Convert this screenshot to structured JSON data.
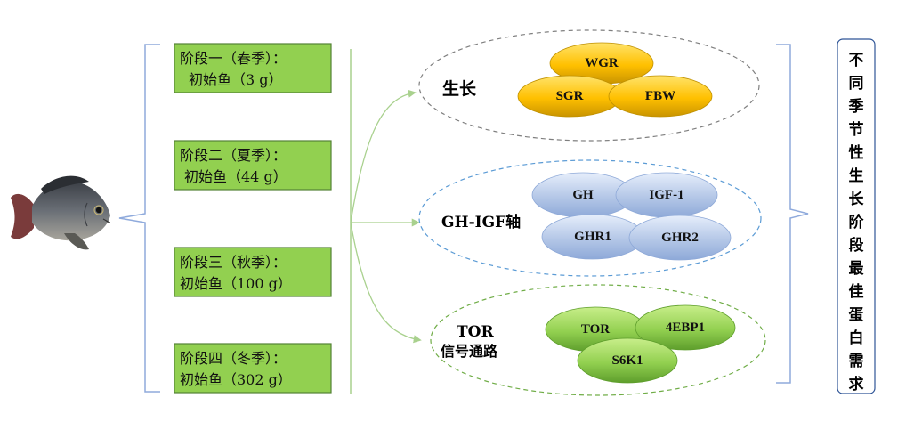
{
  "stages": [
    {
      "line1": "阶段一（春季）：",
      "line2": "初始鱼（3 g）"
    },
    {
      "line1": "阶段二（夏季）：",
      "line2": "初始鱼（44 g）"
    },
    {
      "line1": "阶段三（秋季）：",
      "line2": "初始鱼（100 g）"
    },
    {
      "line1": "阶段四（冬季）：",
      "line2": "初始鱼（302 g）"
    }
  ],
  "groups": {
    "growth": {
      "label": "生长",
      "color": "#ffc000",
      "items": [
        "WGR",
        "SGR",
        "FBW"
      ]
    },
    "gh_igf": {
      "label": "GH-IGF轴",
      "color": "#b4c7e7",
      "items": [
        "GH",
        "IGF-1",
        "GHR1",
        "GHR2"
      ]
    },
    "tor": {
      "label_line1": "TOR",
      "label_line2": "信号通路",
      "color": "#92d050",
      "items": [
        "TOR",
        "4EBP1",
        "S6K1"
      ]
    }
  },
  "conclusion": "不同季节性生长阶段最佳蛋白需求",
  "colors": {
    "bracket": "#8faadc",
    "arrow": "#a9d18e",
    "stage_fill": "#92d050",
    "dash_growth": "#7f7f7f",
    "dash_gh": "#5b9bd5",
    "dash_tor": "#70ad47"
  },
  "icons": {
    "fish": "tilapia-fish-icon"
  }
}
